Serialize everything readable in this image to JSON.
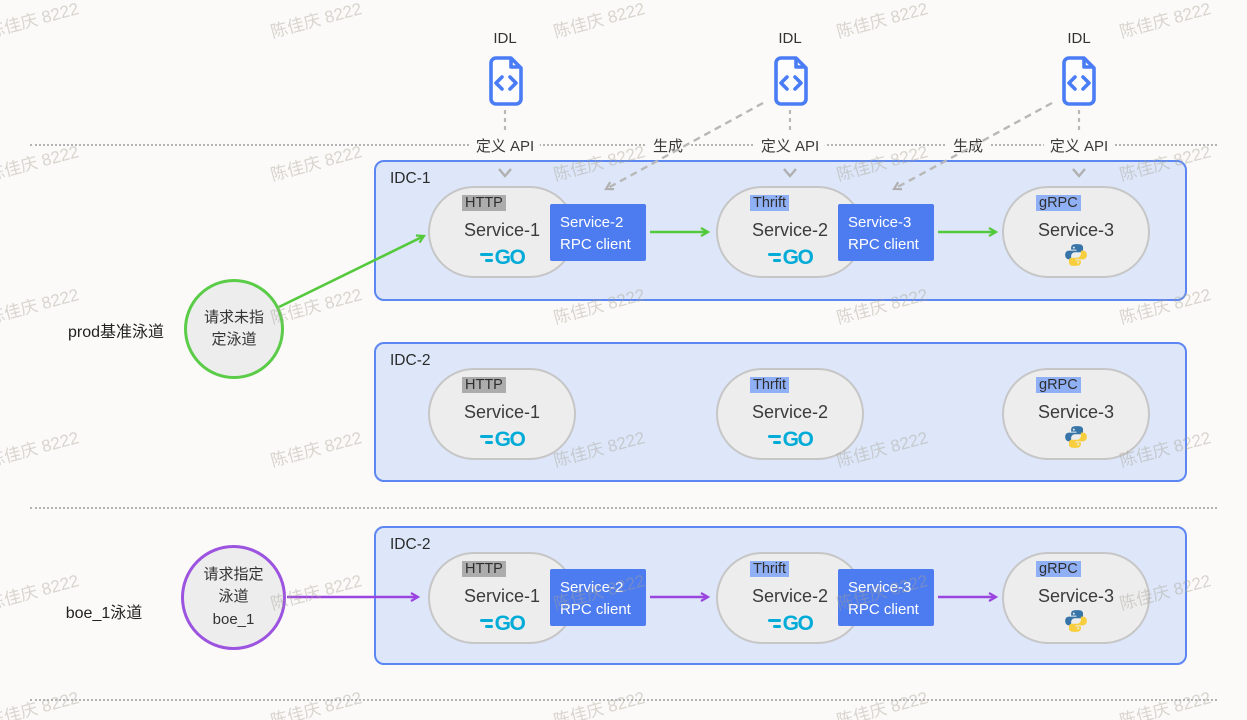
{
  "watermark": {
    "text": "陈佳庆 8222"
  },
  "idl_section": {
    "idl_label": "IDL",
    "define_api_label": "定义 API",
    "generate_label": "生成"
  },
  "lanes": {
    "prod": {
      "side_label": "prod基准泳道",
      "circle_lines": [
        "请求未指",
        "定泳道"
      ]
    },
    "boe": {
      "side_label": "boe_1泳道",
      "circle_lines": [
        "请求指定",
        "泳道",
        "boe_1"
      ]
    }
  },
  "idc_boxes": {
    "idc1": {
      "title": "IDC-1",
      "services": [
        {
          "tag": "HTTP",
          "name": "Service-1",
          "logo": "go"
        },
        {
          "tag": "Thrift",
          "name": "Service-2",
          "logo": "go"
        },
        {
          "tag": "gRPC",
          "name": "Service-3",
          "logo": "python"
        }
      ],
      "rpc_clients": [
        {
          "line1": "Service-2",
          "line2": "RPC client"
        },
        {
          "line1": "Service-3",
          "line2": "RPC client"
        }
      ]
    },
    "idc2_mid": {
      "title": "IDC-2",
      "services": [
        {
          "tag": "HTTP",
          "name": "Service-1",
          "logo": "go"
        },
        {
          "tag": "Thrfit",
          "name": "Service-2",
          "logo": "go"
        },
        {
          "tag": "gRPC",
          "name": "Service-3",
          "logo": "python"
        }
      ]
    },
    "idc2_boe": {
      "title": "IDC-2",
      "services": [
        {
          "tag": "HTTP",
          "name": "Service-1",
          "logo": "go"
        },
        {
          "tag": "Thrift",
          "name": "Service-2",
          "logo": "go"
        },
        {
          "tag": "gRPC",
          "name": "Service-3",
          "logo": "python"
        }
      ],
      "rpc_clients": [
        {
          "line1": "Service-2",
          "line2": "RPC client"
        },
        {
          "line1": "Service-3",
          "line2": "RPC client"
        }
      ]
    }
  },
  "colors": {
    "idc_fill": "#dde7f9",
    "idc_border": "#5c87f3",
    "rpc_blue": "#4d7bf0",
    "arrow_green": "#54c93c",
    "arrow_purple": "#9b45e0",
    "tag_gray": "#acacac",
    "tag_blue": "#8fb0f5",
    "go_cyan": "#00acd7",
    "python_blue": "#3774a8",
    "python_yellow": "#f7ce3e",
    "idl_blue": "#4a7df5"
  }
}
